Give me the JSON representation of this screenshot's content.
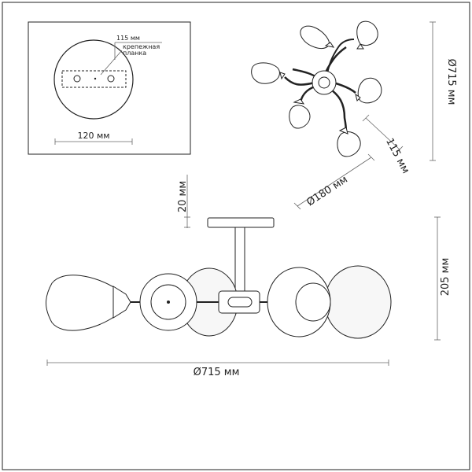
{
  "mount_plate": {
    "dim_slot": "115 мм",
    "label": "крепежная\nпланка",
    "dim_base": "120 мм"
  },
  "top_view": {
    "dim_diameter": "Ø715 мм",
    "dim_arm": "115 мм",
    "dim_center": "Ø180 мм"
  },
  "side_view": {
    "dim_canopy": "20 мм",
    "dim_height": "205 мм",
    "dim_width": "Ø715 мм"
  }
}
